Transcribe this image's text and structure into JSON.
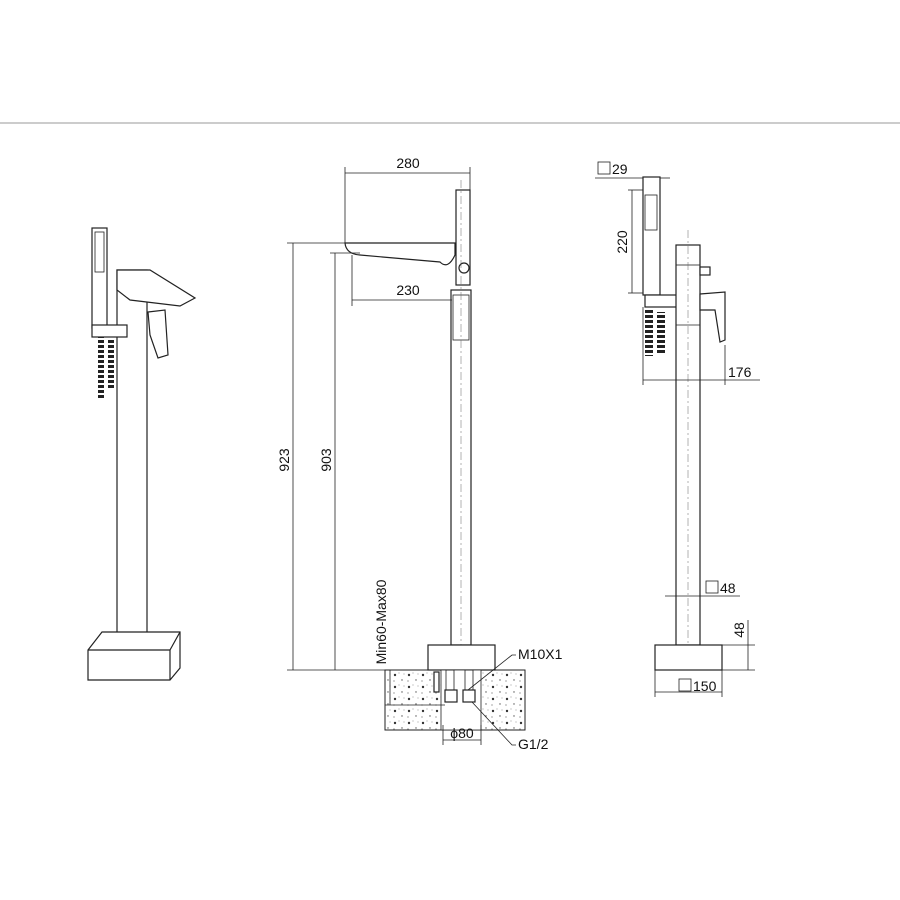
{
  "dimensions": {
    "spout_reach_total": "280",
    "spout_reach": "230",
    "overall_height": "923",
    "spout_height": "903",
    "install_depth": "Min60-Max80",
    "bolt": "M10X1",
    "inlet_spacing": "ϕ80",
    "inlet_thread": "G1/2",
    "handshower_section": "29",
    "handshower_length": "220",
    "total_depth": "176",
    "column_section": "48",
    "base_height": "48",
    "base_section": "150"
  },
  "colors": {
    "line": "#222222",
    "rule": "#9a9a9a",
    "background": "#ffffff"
  }
}
